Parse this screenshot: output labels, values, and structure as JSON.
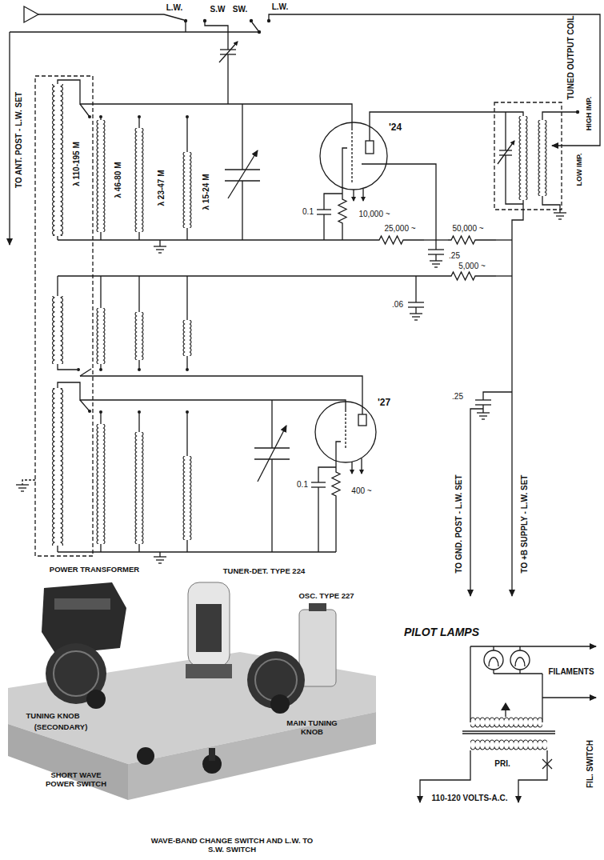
{
  "diagram": {
    "labels": [
      "L.W.",
      "S.W",
      "SW.",
      "L.W.",
      "TO ANT. POST - L.W. SET",
      "λ 110-195 M",
      "λ 46-80 M",
      "λ 23-47 M",
      "λ 15-24 M",
      "'24",
      "0.1",
      "10,000 ~",
      "25,000 ~",
      "50,000 ~",
      ".25",
      "TUNED OUTPUT COIL",
      "HIGH IMP.",
      "LOW IMP.",
      "5,000 ~",
      ".06",
      ".25",
      "'27",
      "0.1",
      "400 ~",
      "TO GND. POST - L.W. SET",
      "TO +B SUPPLY - L.W. SET",
      "POWER TRANSFORMER",
      "TUNER-DET. TYPE 224",
      "OSC. TYPE 227",
      "TUNING KNOB",
      "(SECONDARY)",
      "MAIN TUNING KNOB",
      "SHORT WAVE POWER SWITCH",
      "WAVE-BAND CHANGE SWITCH AND L.W. TO S.W. SWITCH",
      "PILOT LAMPS",
      "FILAMENTS",
      "PRI.",
      "110-120 VOLTS-A.C.",
      "FIL. SWITCH"
    ]
  }
}
